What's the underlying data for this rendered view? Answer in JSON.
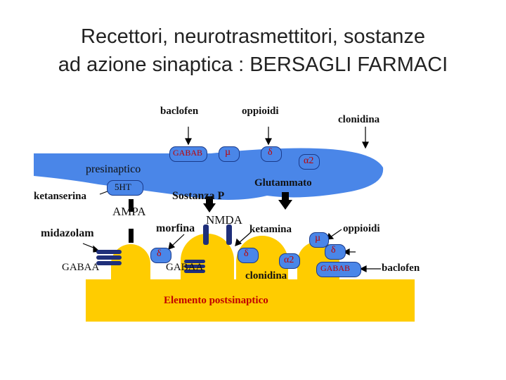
{
  "title": {
    "line1": "Recettori, neurotrasmettitori, sostanze",
    "line2": "ad  azione  sinaptica : BERSAGLI FARMACI"
  },
  "colors": {
    "presynaptic": "#4a86e8",
    "postsynaptic": "#ffcc00",
    "receptor_text": "#c00000",
    "channel": "#1f2f7a"
  },
  "drugs": {
    "baclofen_top": "baclofen",
    "oppioidi_top": "oppioidi",
    "clonidina_top": "clonidina",
    "ketanserina": "ketanserina",
    "midazolam": "midazolam",
    "morfina": "morfina",
    "ketamina": "ketamina",
    "clonidina_bottom": "clonidina",
    "oppioidi_right": "oppioidi",
    "baclofen_right": "baclofen"
  },
  "regions": {
    "presinaptico": "presinaptico",
    "postsinaptico": "Elemento postsinaptico"
  },
  "transmitters": {
    "glutammato": "Glutammato",
    "sostanza_p": "Sostanza P"
  },
  "receptors": {
    "gabab_top": "GABAB",
    "mu_top": "µ",
    "delta_top": "δ",
    "alpha2_top": "α2",
    "ht5": "5HT",
    "ampa": "AMPA",
    "nmda": "NMDA",
    "gabaa_left": "GABAA",
    "delta_mid": "δ",
    "gabaa_mid": "GABAA",
    "delta_right": "δ",
    "alpha2_right": "α2",
    "mu_right": "µ",
    "delta_far": "δ",
    "gabab_right": "GABAB"
  }
}
